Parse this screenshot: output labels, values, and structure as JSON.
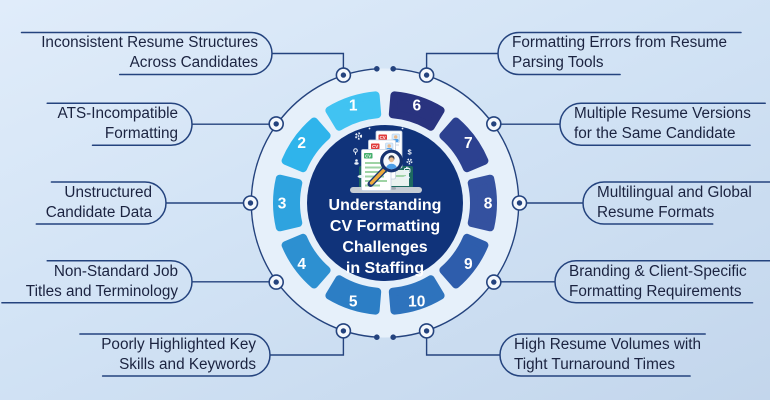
{
  "title": {
    "lines": [
      "Understanding",
      "CV Formatting",
      "Challenges",
      "in Staffing"
    ]
  },
  "colors": {
    "line": "#24437E",
    "center_circle": "#10337A",
    "plate": "#E6F0FA",
    "label_text": "#1B2340",
    "number_text": "#FFFFFF",
    "node_fill": "#F4F8FD"
  },
  "wheel": {
    "segments": [
      {
        "number": "1",
        "color": "#41C3F2"
      },
      {
        "number": "2",
        "color": "#2FB4EB"
      },
      {
        "number": "3",
        "color": "#2EA3DF"
      },
      {
        "number": "4",
        "color": "#2D90D1"
      },
      {
        "number": "5",
        "color": "#2C7EC5"
      },
      {
        "number": "6",
        "color": "#29337F"
      },
      {
        "number": "7",
        "color": "#2C4190"
      },
      {
        "number": "8",
        "color": "#34519F"
      },
      {
        "number": "9",
        "color": "#2E5DAC"
      },
      {
        "number": "10",
        "color": "#2E73BD"
      }
    ]
  },
  "labels": [
    {
      "id": "1",
      "side": "left",
      "line1": "Inconsistent Resume Structures",
      "line2": "Across Candidates"
    },
    {
      "id": "2",
      "side": "left",
      "line1": "ATS-Incompatible",
      "line2": "Formatting"
    },
    {
      "id": "3",
      "side": "left",
      "line1": "Unstructured",
      "line2": "Candidate Data"
    },
    {
      "id": "4",
      "side": "left",
      "line1": "Non-Standard Job",
      "line2": "Titles and Terminology"
    },
    {
      "id": "5",
      "side": "left",
      "line1": "Poorly Highlighted Key",
      "line2": "Skills and Keywords"
    },
    {
      "id": "6",
      "side": "right",
      "line1": "Formatting Errors from Resume",
      "line2": "Parsing Tools"
    },
    {
      "id": "7",
      "side": "right",
      "line1": "Multiple Resume Versions",
      "line2": "for the Same Candidate"
    },
    {
      "id": "8",
      "side": "right",
      "line1": "Multilingual and Global",
      "line2": "Resume Formats"
    },
    {
      "id": "9",
      "side": "right",
      "line1": "Branding & Client-Specific",
      "line2": "Formatting Requirements"
    },
    {
      "id": "10",
      "side": "right",
      "line1": "High Resume Volumes with",
      "line2": "Tight Turnaround Times"
    }
  ],
  "illustration": {
    "name": "cv-review-with-magnifier",
    "cv_tag_label": "CV",
    "dollar_glyph": "$",
    "icons": [
      "resume-document-icon",
      "magnifier-icon",
      "laptop-icon",
      "gear-icon",
      "dollar-icon",
      "cloud-icon",
      "briefcase-icon",
      "location-pin-icon",
      "person-icon"
    ]
  }
}
